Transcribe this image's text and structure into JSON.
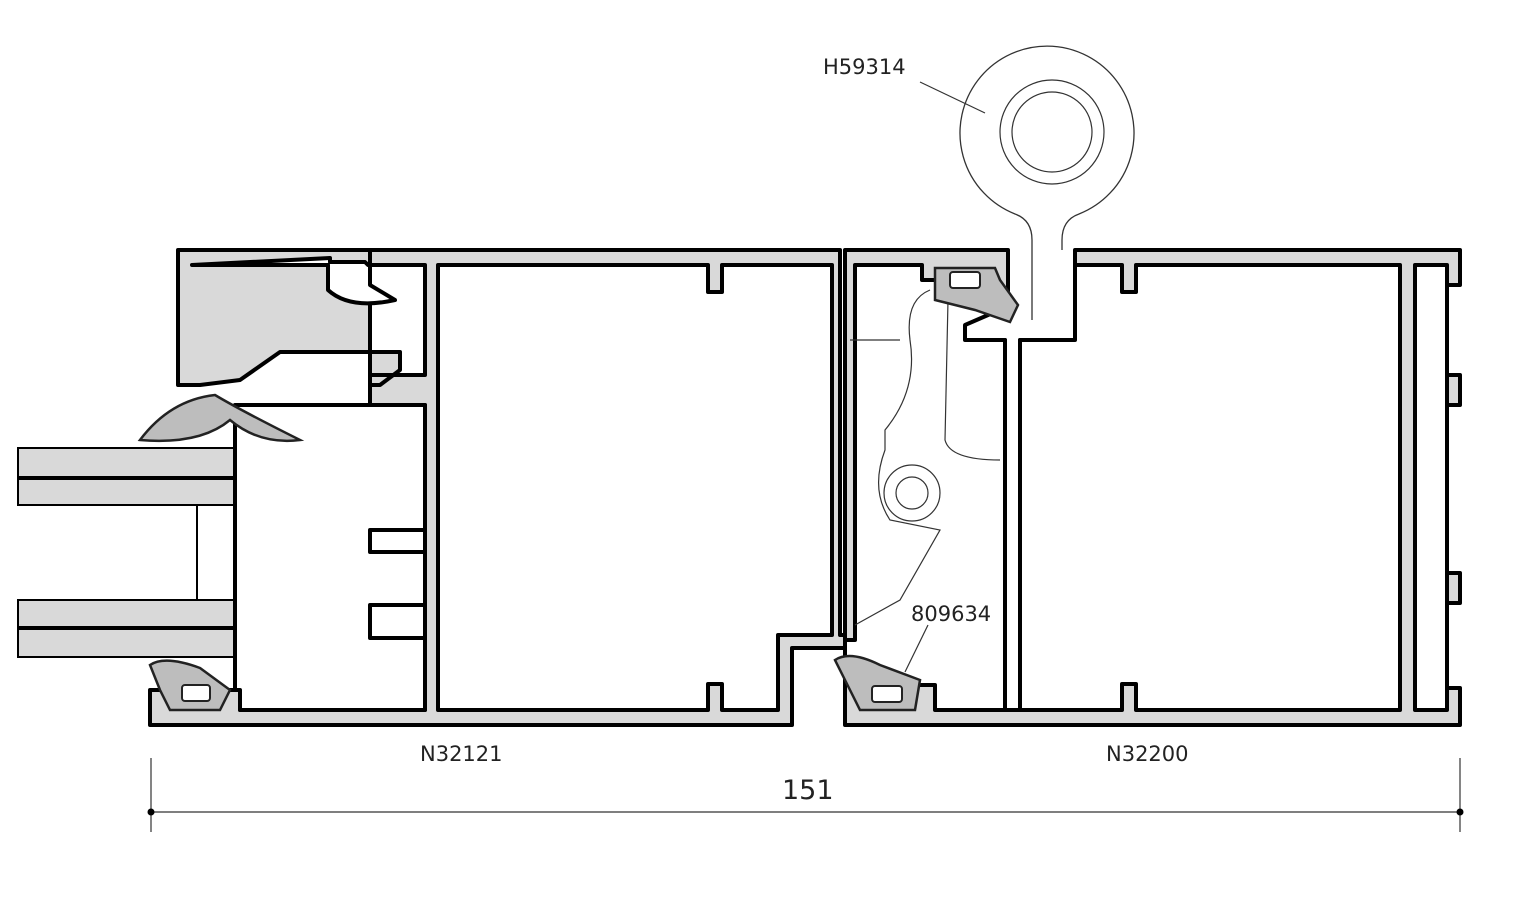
{
  "labels": {
    "hinge_pin": "H59314",
    "gasket": "809634",
    "frame_profile": "N32121",
    "sash_profile": "N32200"
  },
  "dimension": {
    "total_width": "151"
  },
  "colors": {
    "profile_fill": "#d9d9d9",
    "outline": "#000000",
    "gasket_fill": "#bdbdbd"
  }
}
